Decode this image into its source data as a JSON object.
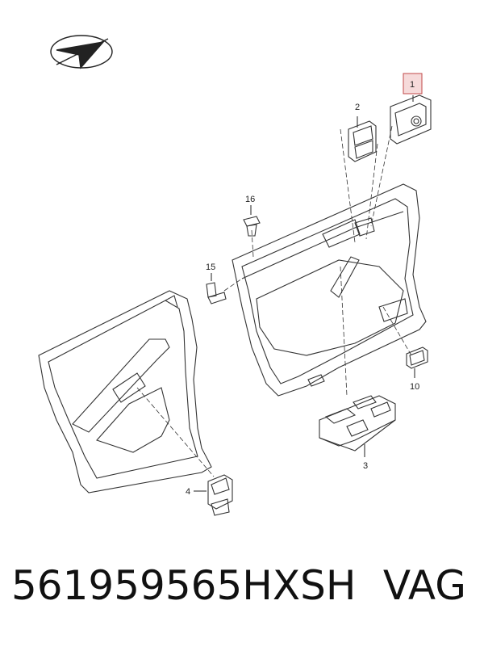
{
  "diagram": {
    "callouts": [
      {
        "id": "1",
        "label": "1",
        "highlighted": true
      },
      {
        "id": "2",
        "label": "2"
      },
      {
        "id": "3",
        "label": "3"
      },
      {
        "id": "4",
        "label": "4"
      },
      {
        "id": "10",
        "label": "10"
      },
      {
        "id": "15",
        "label": "15"
      },
      {
        "id": "16",
        "label": "16"
      }
    ],
    "highlight_color": "#f6dada"
  },
  "footer": {
    "part_number": "561959565HXSH",
    "brand": "VAG"
  }
}
